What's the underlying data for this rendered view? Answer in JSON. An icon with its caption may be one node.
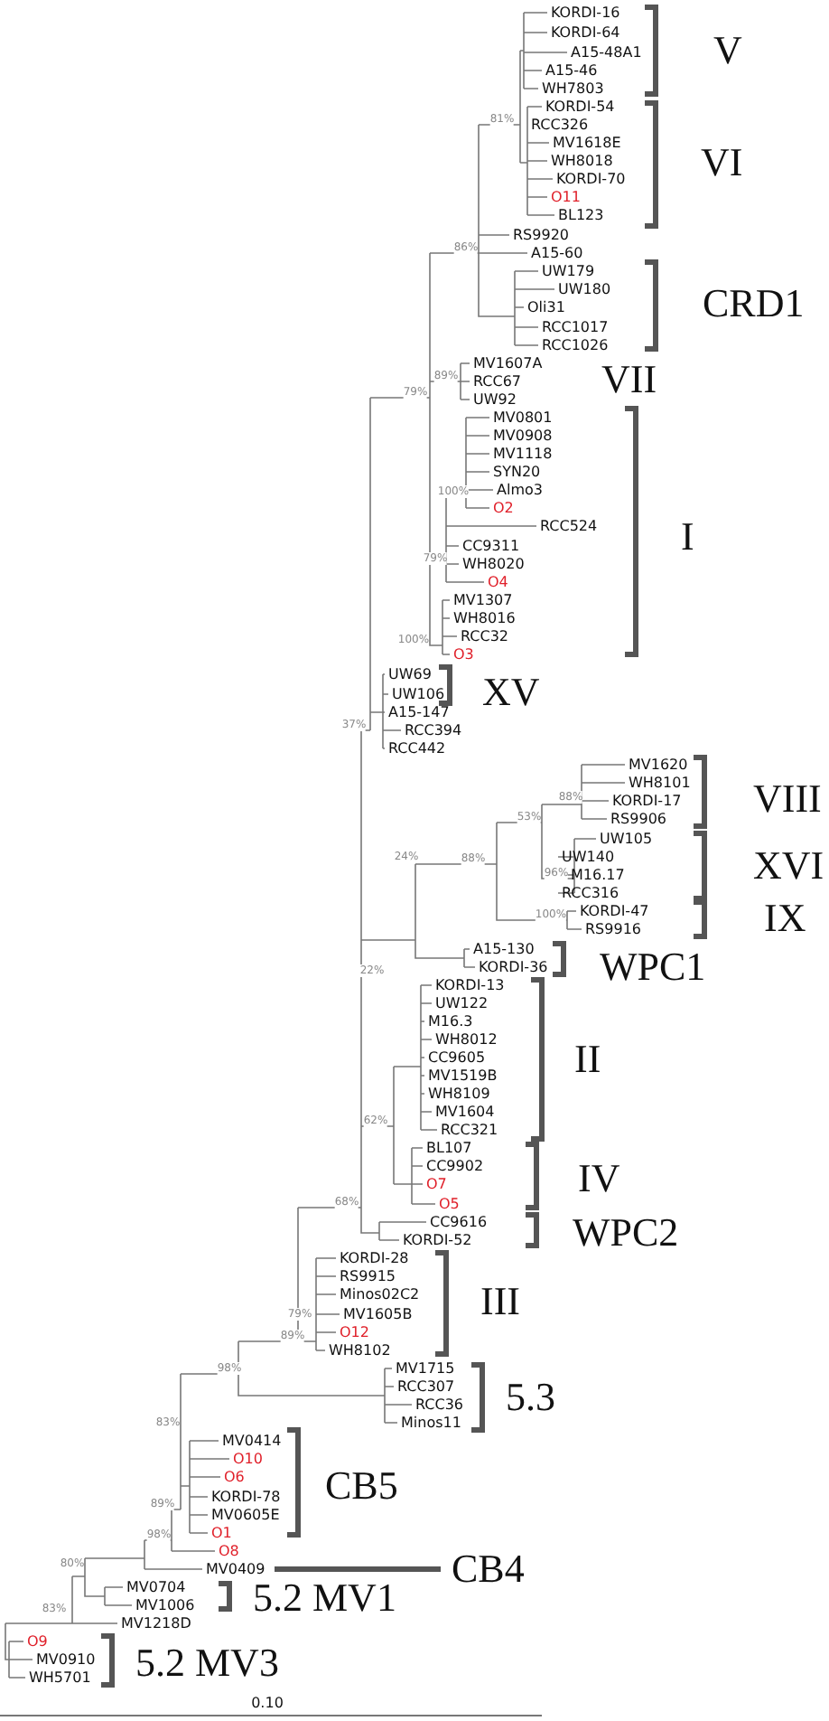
{
  "diagram": {
    "labels": [
      "KORDI-16",
      "KORDI-64",
      "V",
      "A15-48A1",
      "A15-46",
      "WH7803",
      "KORDI-54",
      "81%",
      "RCC326",
      "MV1618E",
      "WH8018",
      "VI",
      "KORDI-70",
      "O11",
      "BL123",
      "RS9920",
      "86%",
      "A15-60",
      "UW179",
      "UW180",
      "CRD1",
      "Oli31",
      "RCC1017",
      "RCC1026",
      "MV1607A",
      "VII",
      "89%",
      "RCC67",
      "79%",
      "UW92",
      "MV0801",
      "MV0908",
      "MV1118",
      "SYN20",
      "100%",
      "Almo3",
      "O2",
      "RCC524",
      "I",
      "CC9311",
      "79%",
      "WH8020",
      "O4",
      "MV1307",
      "WH8016",
      "RCC32",
      "100%",
      "O3",
      "UW69",
      "XV",
      "UW106",
      "A15-147",
      "37%",
      "RCC394",
      "RCC442",
      "MV1620",
      "WH8101",
      "VIII",
      "88%",
      "KORDI-17",
      "53%",
      "RS9906",
      "UW105",
      "UW140",
      "XVI",
      "96%",
      "M16.17",
      "88%",
      "RCC316",
      "100%",
      "KORDI-47",
      "IX",
      "24%",
      "RS9916",
      "A15-130",
      "WPC1",
      "KORDI-36",
      "22%",
      "KORDI-13",
      "UW122",
      "M16.3",
      "WH8012",
      "CC9605",
      "II",
      "MV1519B",
      "WH8109",
      "MV1604",
      "62%",
      "RCC321",
      "BL107",
      "CC9902",
      "IV",
      "O7",
      "68%",
      "O5",
      "CC9616",
      "WPC2",
      "KORDI-52",
      "KORDI-28",
      "RS9915",
      "Minos02C2",
      "III",
      "79%",
      "MV1605B",
      "89%",
      "O12",
      "WH8102",
      "98%",
      "MV1715",
      "RCC307",
      "5.3",
      "RCC36",
      "83%",
      "Minos11",
      "MV0414",
      "O10",
      "O6",
      "CB5",
      "KORDI-78",
      "MV0605E",
      "89%",
      "O1",
      "98%",
      "O8",
      "80%",
      "MV0409",
      "CB4",
      "MV0704",
      "5.2 MV1",
      "MV1006",
      "83%",
      "MV1218D",
      "O9",
      "MV0910",
      "5.2 MV3",
      "WH5701",
      "0.10"
    ]
  }
}
